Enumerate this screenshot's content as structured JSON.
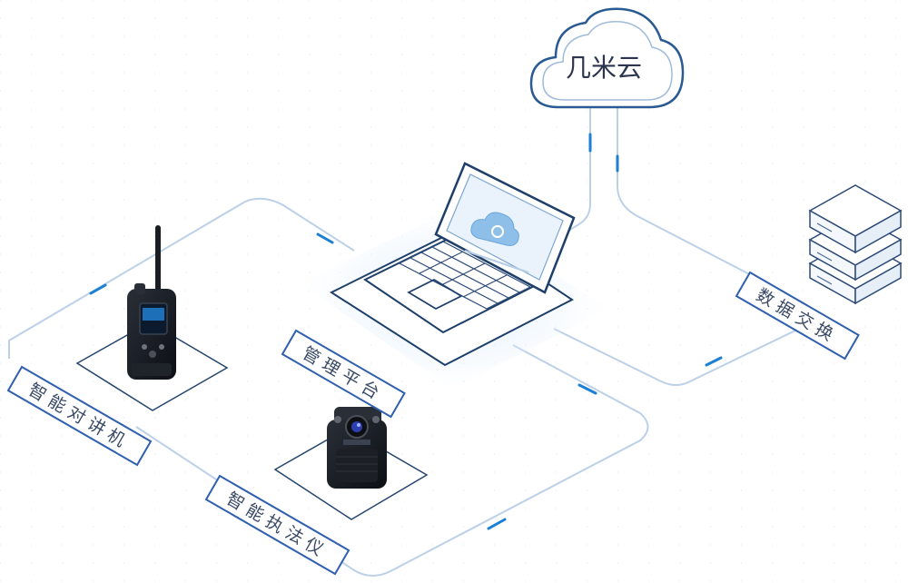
{
  "cloud": {
    "label": "几米云"
  },
  "nodes": {
    "platform": {
      "label": "管理平台"
    },
    "exchange": {
      "label": "数据交换"
    },
    "radio": {
      "label": "智能对讲机"
    },
    "recorder": {
      "label": "智能执法仪"
    }
  },
  "colors": {
    "line": "#b8cce4",
    "accent": "#1b7fd4",
    "label_border": "#2f5fb0",
    "dark_stroke": "#2c4a78"
  }
}
